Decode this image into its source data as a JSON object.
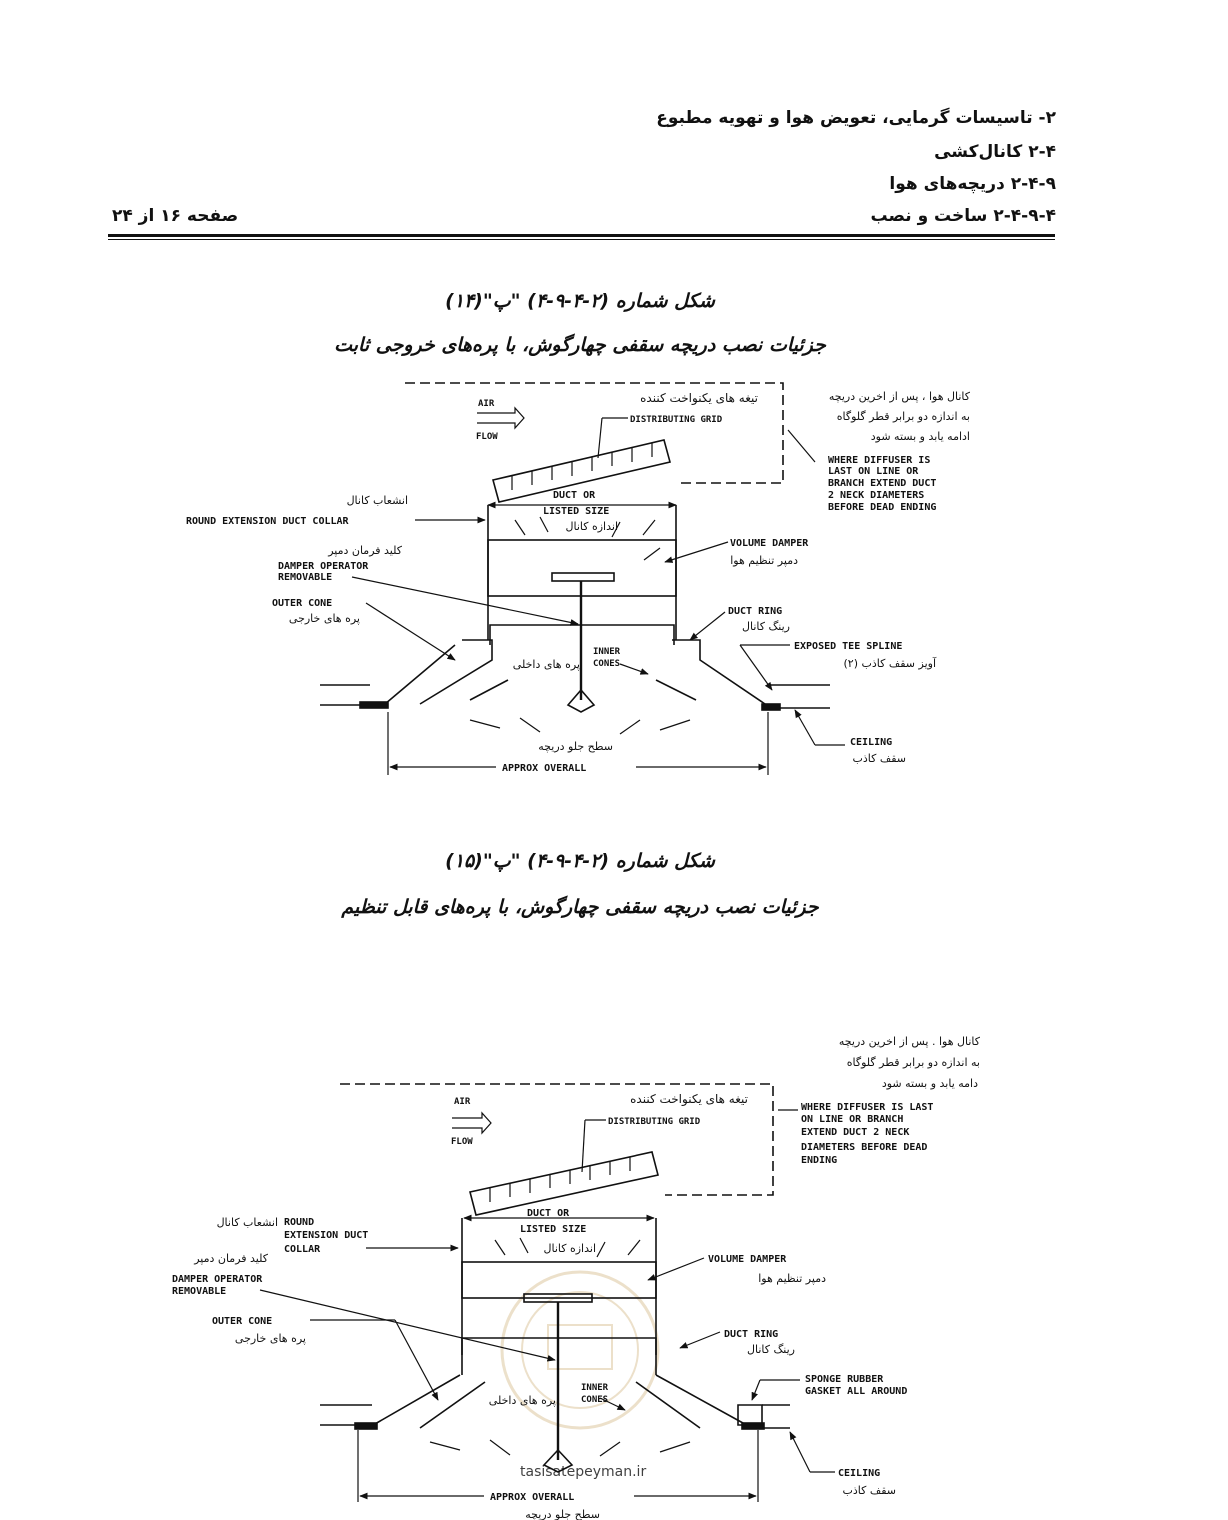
{
  "header": {
    "line1": "۲- تاسیسات گرمایی، تعویض هوا و تهویه مطبوع",
    "line2": "۲-۴ کانال‌کشی",
    "line3": "۲-۴-۹ دریچه‌های هوا",
    "line4": "۲-۴-۹-۴ ساخت و نصب",
    "page": "صفحه ۱۶ از ۲۴"
  },
  "figure14": {
    "title": "شکل شماره (۲-۴-۹-۴) \"پ\"(۱۴)",
    "subtitle": "جزئیات نصب دریچه سقفی چهارگوش، با پره‌های خروجی ثابت",
    "labels": {
      "air": "AIR",
      "flow": "FLOW",
      "grid_fa": "تیغه های یکنواخت کننده",
      "grid_en": "DISTRIBUTING GRID",
      "note_fa_1": "کانال هوا ، پس از اخرین دریچه",
      "note_fa_2": "به اندازه دو برابر قطر گلوگاه",
      "note_fa_3": "ادامه یابد و بسته شود",
      "note_en_1": "WHERE DIFFUSER IS",
      "note_en_2": "LAST ON LINE OR",
      "note_en_3": "BRANCH EXTEND DUCT",
      "note_en_4": "2 NECK DIAMETERS",
      "note_en_5": "BEFORE DEAD ENDING",
      "collar_fa": "انشعاب کانال",
      "collar_en": "ROUND EXTENSION DUCT COLLAR",
      "duct_1": "DUCT OR",
      "duct_2": "LISTED SIZE",
      "duct_fa": "اندازه کانال",
      "damper_fa": "دمپر تنظیم هوا",
      "damper_en": "VOLUME DAMPER",
      "operator_fa": "کلید فرمان دمپر",
      "operator_en_1": "DAMPER OPERATOR",
      "operator_en_2": "REMOVABLE",
      "outer_en": "OUTER CONE",
      "outer_fa": "پره های خارجی",
      "ring_en": "DUCT RING",
      "ring_fa": "رینگ کانال",
      "inner_en_1": "INNER",
      "inner_en_2": "CONES",
      "inner_fa": "پره های داخلی",
      "tee_en": "EXPOSED TEE SPLINE",
      "tee_fa": "آویز سقف کاذب (۲)",
      "ceiling_en": "CEILING",
      "ceiling_fa": "سقف کاذب",
      "face_fa": "سطح جلو دریچه",
      "overall_en": "APPROX OVERALL"
    }
  },
  "figure15": {
    "title": "شکل شماره (۲-۴-۹-۴) \"پ\"(۱۵)",
    "subtitle": "جزئیات نصب دریچه سقفی چهارگوش، با پره‌های قابل تنظیم",
    "labels": {
      "note_fa_1": "کانال هوا . پس از اخرین دریچه",
      "note_fa_2": "به اندازه دو برابر قطر گلوگاه",
      "note_fa_3": "دامه یابد و بسته شود",
      "air": "AIR",
      "flow": "FLOW",
      "grid_fa": "تیغه های یکنواخت کننده",
      "grid_en": "DISTRIBUTING GRID",
      "note_en_1": "WHERE DIFFUSER IS LAST",
      "note_en_2": "ON LINE OR BRANCH",
      "note_en_3": "EXTEND DUCT 2 NECK",
      "note_en_4": "DIAMETERS BEFORE DEAD",
      "note_en_5": "ENDING",
      "collar_fa": "انشعاب کانال",
      "collar_en_1": "ROUND",
      "collar_en_2": "EXTENSION DUCT",
      "collar_en_3": "COLLAR",
      "duct_1": "DUCT OR",
      "duct_2": "LISTED SIZE",
      "duct_fa": "اندازه کانال",
      "damper_en": "VOLUME DAMPER",
      "damper_fa": "دمپر تنظیم هوا",
      "operator_fa": "کلید فرمان دمپر",
      "operator_en_1": "DAMPER OPERATOR",
      "operator_en_2": "REMOVABLE",
      "outer_en": "OUTER CONE",
      "outer_fa": "پره های خارجی",
      "ring_en": "DUCT RING",
      "ring_fa": "رینگ کانال",
      "inner_en_1": "INNER",
      "inner_en_2": "CONES",
      "inner_fa": "پره های داخلی",
      "sponge_en_1": "SPONGE RUBBER",
      "sponge_en_2": "GASKET ALL AROUND",
      "ceiling_en": "CEILING",
      "ceiling_fa": "سقف کاذب",
      "overall_en": "APPROX OVERALL",
      "face_fa": "سطح جلو دریچه"
    }
  },
  "watermark": {
    "url": "tasisatepeyman.ir"
  }
}
